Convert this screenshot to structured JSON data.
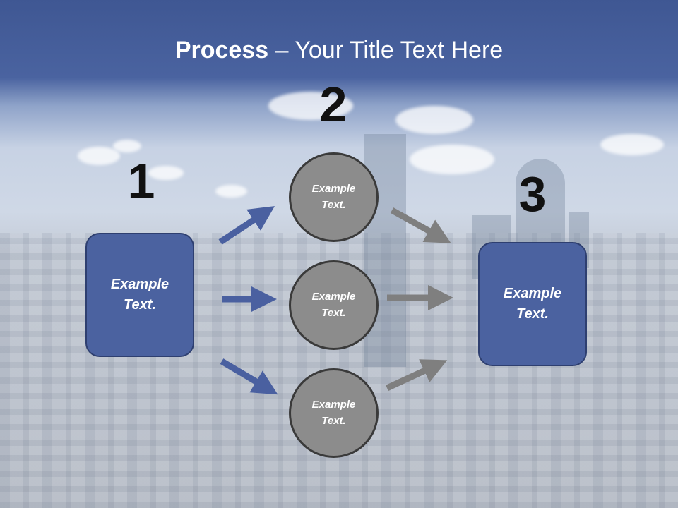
{
  "slide": {
    "title_bold": "Process",
    "title_rest": " – Your Title Text Here"
  },
  "steps": {
    "one": "1",
    "two": "2",
    "three": "3"
  },
  "left_box": {
    "text": "Example\nText."
  },
  "right_box": {
    "text": "Example\nText."
  },
  "circles": [
    {
      "text": "Example\nText."
    },
    {
      "text": "Example\nText."
    },
    {
      "text": "Example\nText."
    }
  ],
  "colors": {
    "box_fill": "#4b62a0",
    "circle_fill": "#8c8c8c",
    "arrow_blue": "#4a60a0",
    "arrow_gray": "#7f7f7f",
    "title_band": "#4a63a0"
  }
}
